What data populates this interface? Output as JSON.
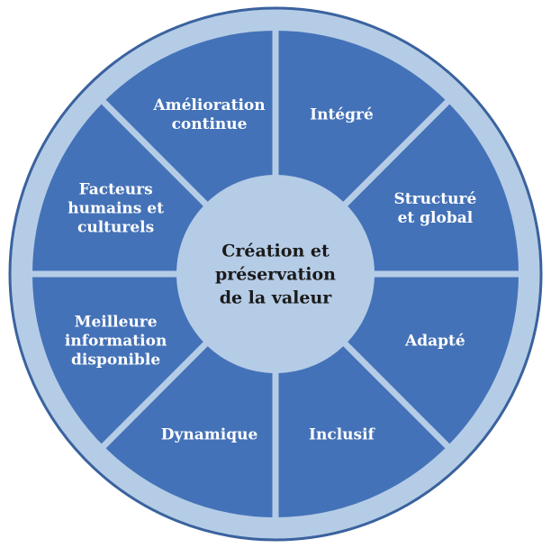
{
  "diagram": {
    "center": {
      "lines": [
        "Création et",
        "préservation",
        "de la valeur"
      ]
    },
    "segments": [
      {
        "id": "integre",
        "lines": [
          "Intégré"
        ]
      },
      {
        "id": "structure-global",
        "lines": [
          "Structuré",
          "et global"
        ]
      },
      {
        "id": "adapte",
        "lines": [
          "Adapté"
        ]
      },
      {
        "id": "inclusif",
        "lines": [
          "Inclusif"
        ]
      },
      {
        "id": "dynamique",
        "lines": [
          "Dynamique"
        ]
      },
      {
        "id": "meilleure-information",
        "lines": [
          "Meilleure",
          "information",
          "disponible"
        ]
      },
      {
        "id": "facteurs-humains",
        "lines": [
          "Facteurs",
          "humains et",
          "culturels"
        ]
      },
      {
        "id": "amelioration-continue",
        "lines": [
          "Amélioration",
          "continue"
        ]
      }
    ],
    "colors": {
      "segment_fill": "#4472b8",
      "ring_fill": "#b5cce6",
      "ring_stroke": "#3a629e",
      "center_fill": "#b5cce6",
      "divider": "#b5cce6"
    }
  }
}
